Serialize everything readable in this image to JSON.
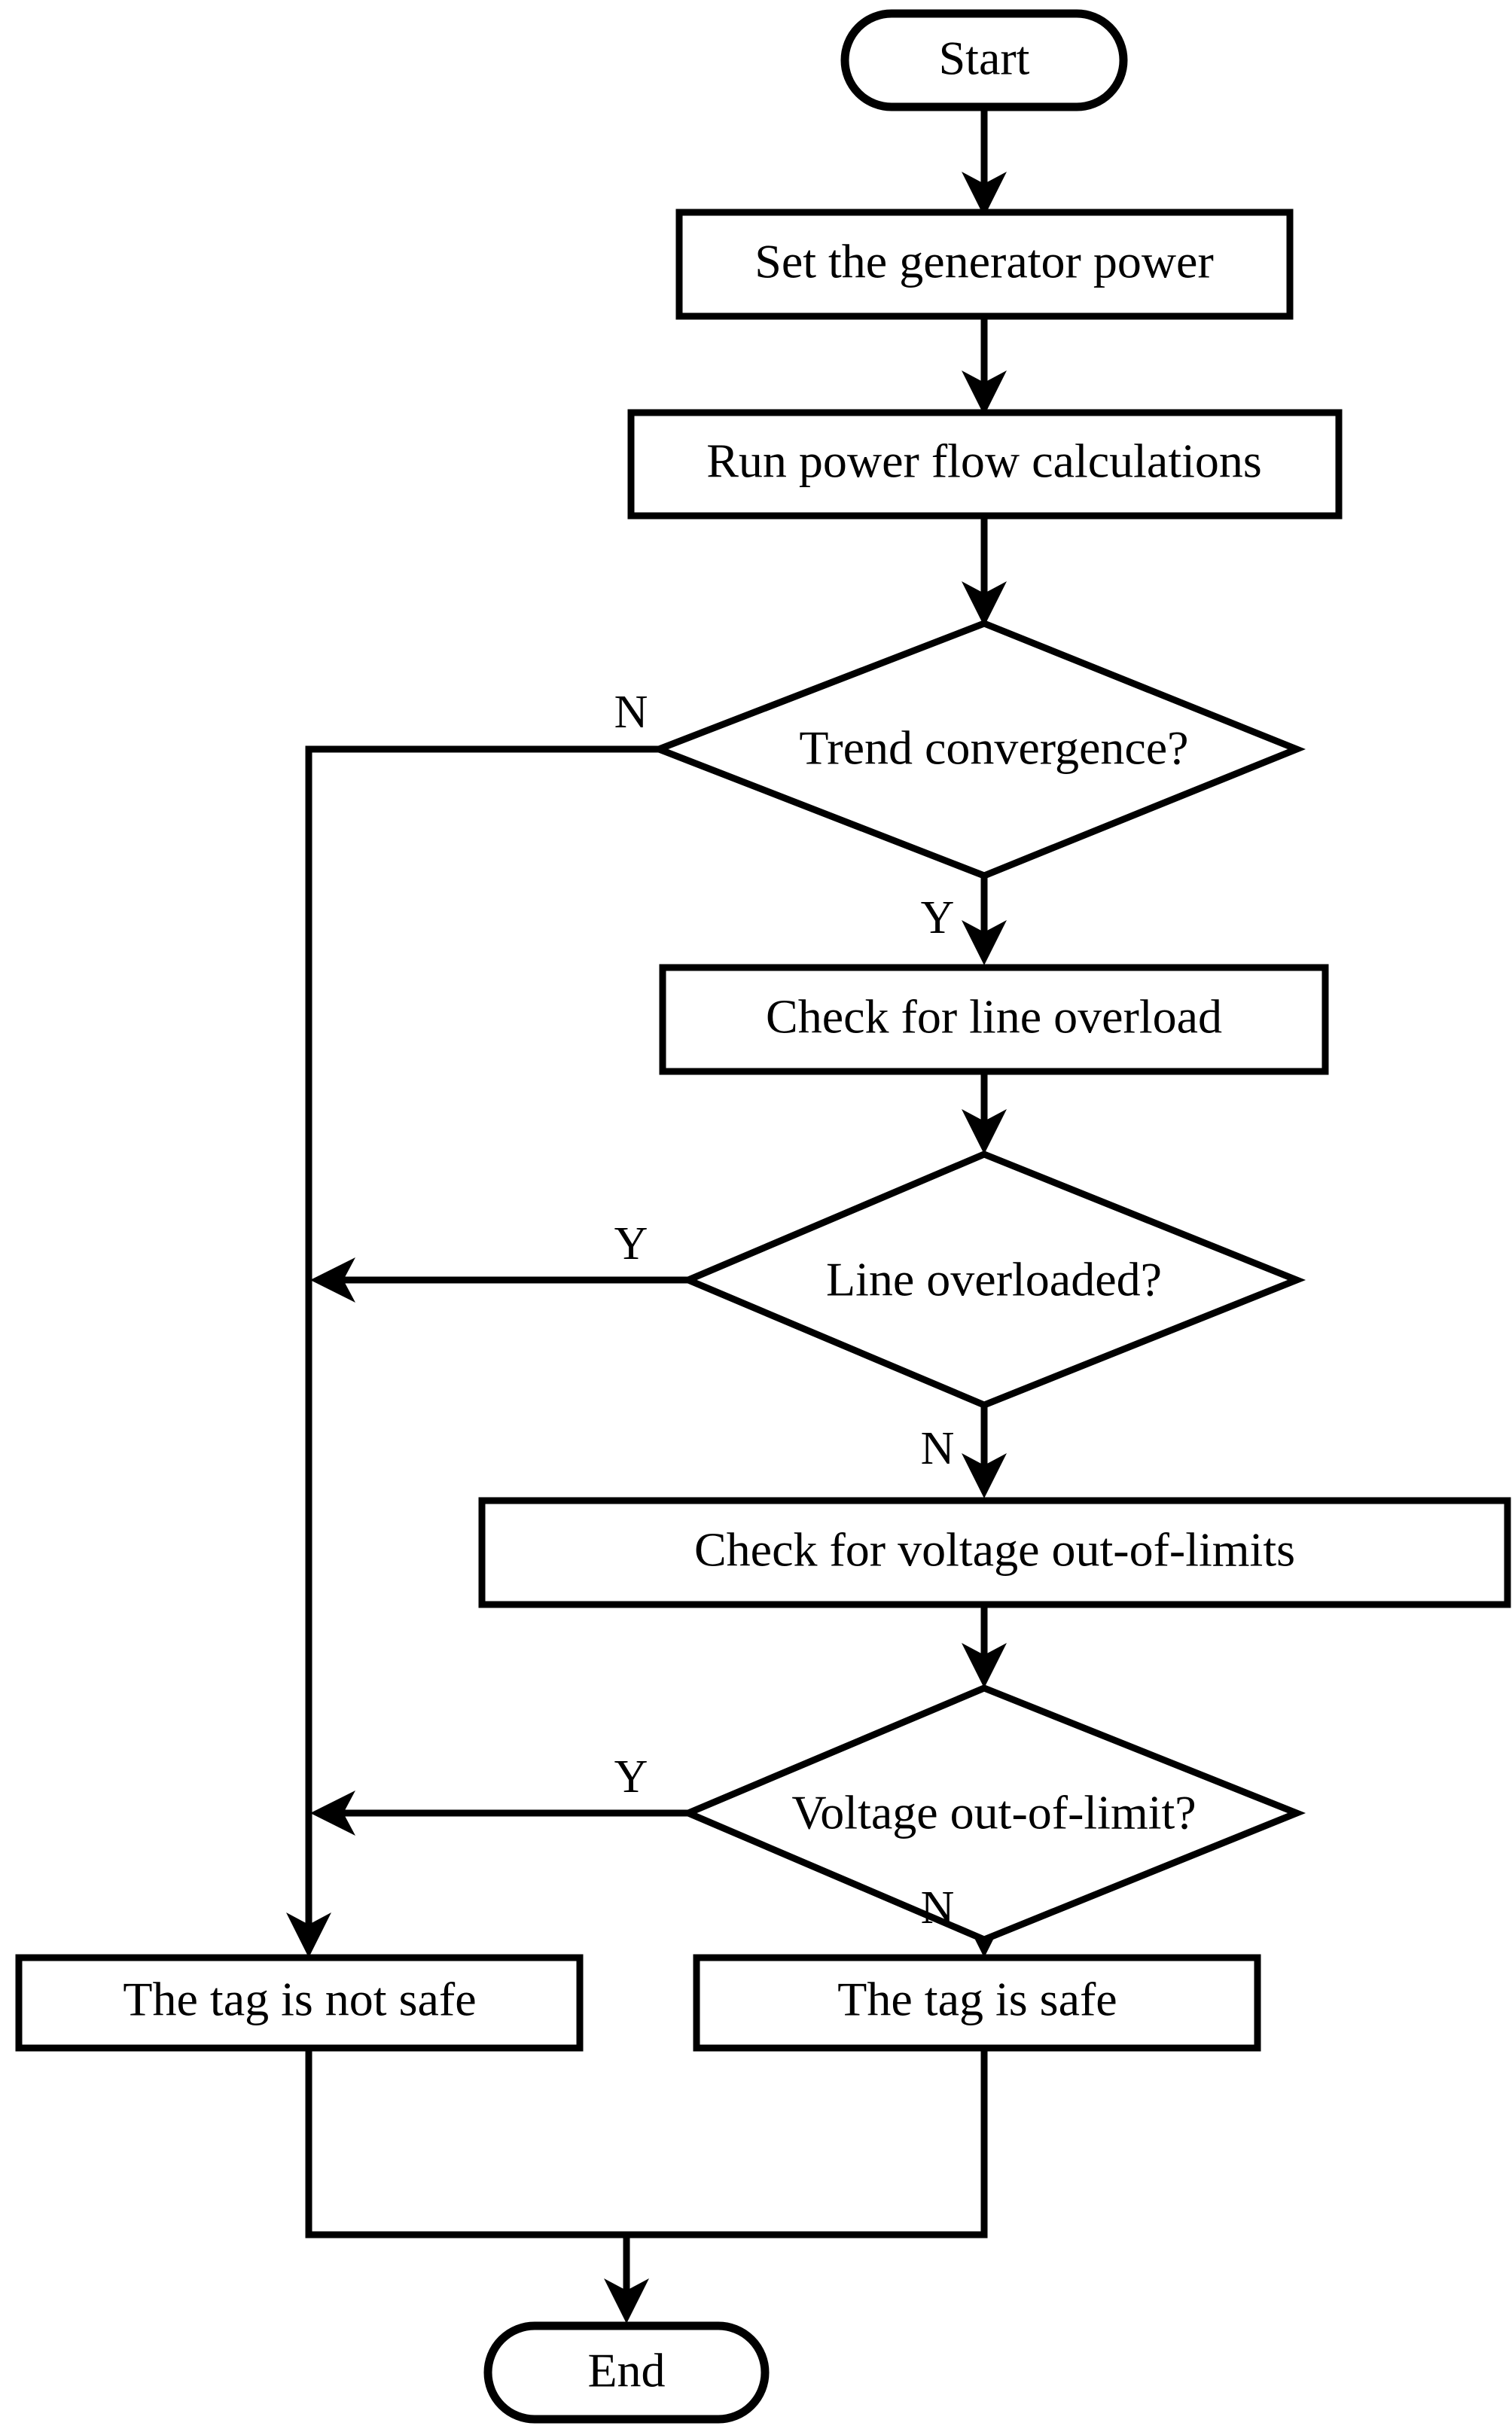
{
  "diagram": {
    "title": "Power system tag safety check flowchart",
    "type": "flowchart",
    "orientation": "top-to-bottom",
    "background_color": "#ffffff",
    "line_color": "#000000",
    "text_color": "#000000"
  },
  "nodes": {
    "start": {
      "label": "Start",
      "shape": "stadium"
    },
    "set_power": {
      "label": "Set the generator power",
      "shape": "rectangle"
    },
    "run_flow": {
      "label": "Run power flow calculations",
      "shape": "rectangle"
    },
    "trend_convergence": {
      "label": "Trend convergence?",
      "shape": "diamond"
    },
    "check_line": {
      "label": "Check for line overload",
      "shape": "rectangle"
    },
    "line_overloaded": {
      "label": "Line overloaded?",
      "shape": "diamond"
    },
    "check_voltage": {
      "label": "Check for voltage out-of-limits",
      "shape": "rectangle"
    },
    "voltage_out": {
      "label": "Voltage out-of-limit?",
      "shape": "diamond"
    },
    "not_safe": {
      "label": "The tag is not safe",
      "shape": "rectangle"
    },
    "safe": {
      "label": "The tag is safe",
      "shape": "rectangle"
    },
    "end": {
      "label": "End",
      "shape": "stadium"
    }
  },
  "branch_labels": {
    "trend_no": "N",
    "trend_yes": "Y",
    "line_yes": "Y",
    "line_no": "N",
    "voltage_yes": "Y",
    "voltage_no": "N"
  },
  "edges": [
    {
      "from": "start",
      "to": "set_power",
      "label": ""
    },
    {
      "from": "set_power",
      "to": "run_flow",
      "label": ""
    },
    {
      "from": "run_flow",
      "to": "trend_convergence",
      "label": ""
    },
    {
      "from": "trend_convergence",
      "to": "not_safe",
      "label": "N"
    },
    {
      "from": "trend_convergence",
      "to": "check_line",
      "label": "Y"
    },
    {
      "from": "check_line",
      "to": "line_overloaded",
      "label": ""
    },
    {
      "from": "line_overloaded",
      "to": "not_safe",
      "label": "Y"
    },
    {
      "from": "line_overloaded",
      "to": "check_voltage",
      "label": "N"
    },
    {
      "from": "check_voltage",
      "to": "voltage_out",
      "label": ""
    },
    {
      "from": "voltage_out",
      "to": "not_safe",
      "label": "Y"
    },
    {
      "from": "voltage_out",
      "to": "safe",
      "label": "N"
    },
    {
      "from": "not_safe",
      "to": "end",
      "label": ""
    },
    {
      "from": "safe",
      "to": "end",
      "label": ""
    }
  ]
}
